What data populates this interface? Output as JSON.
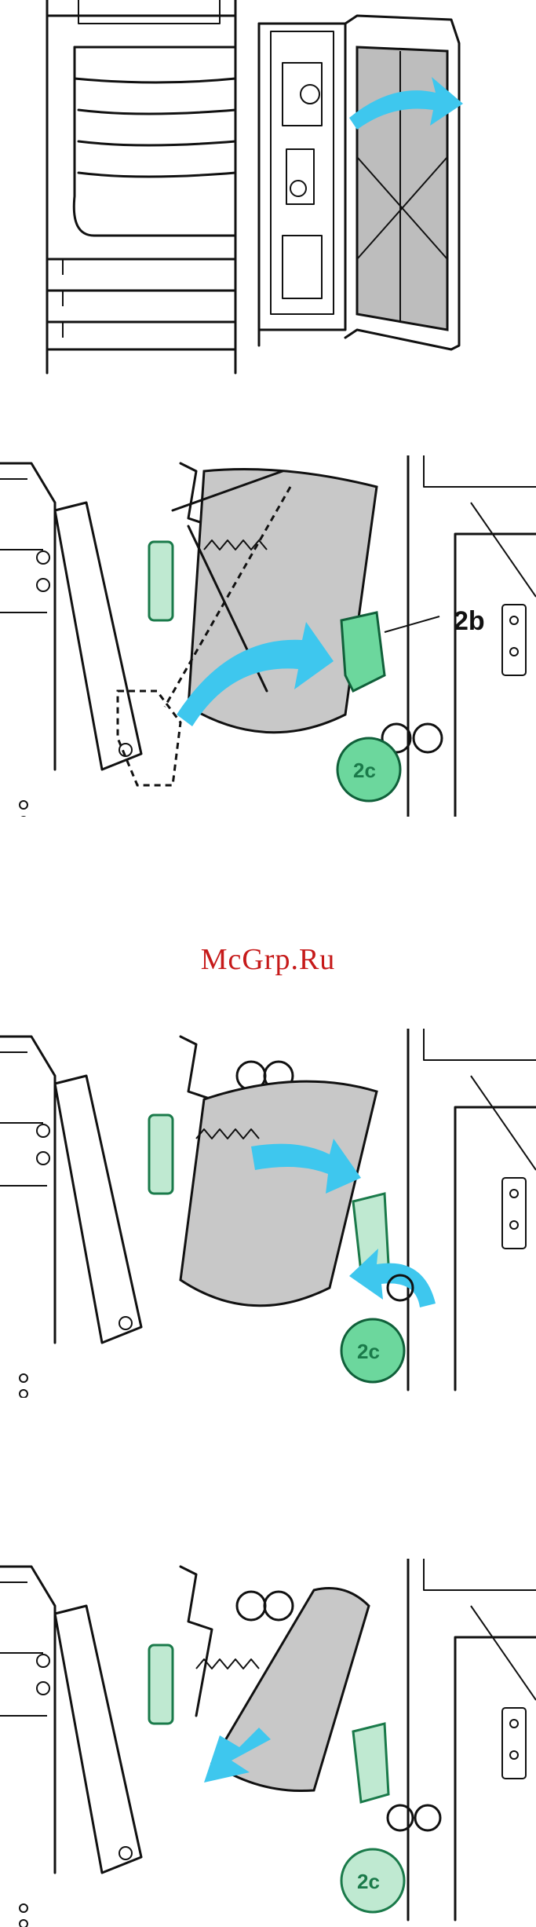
{
  "labels": {
    "callout_2b": "2b",
    "knob_2c": "2c"
  },
  "watermark": {
    "text": "McGrp.Ru"
  },
  "colors": {
    "arrow": "#3ec7ee",
    "green_handle": "#bfe9d1",
    "green_knob_active": "#6cd79d",
    "drum_gray": "#c8c8c8",
    "watermark": "#c61a1a"
  },
  "icons": {
    "arrow_open_door": "curved-arrow-right-icon",
    "arrow_rotate": "curved-arrow-icon",
    "arrow_pull_down": "arrow-down-left-icon"
  }
}
